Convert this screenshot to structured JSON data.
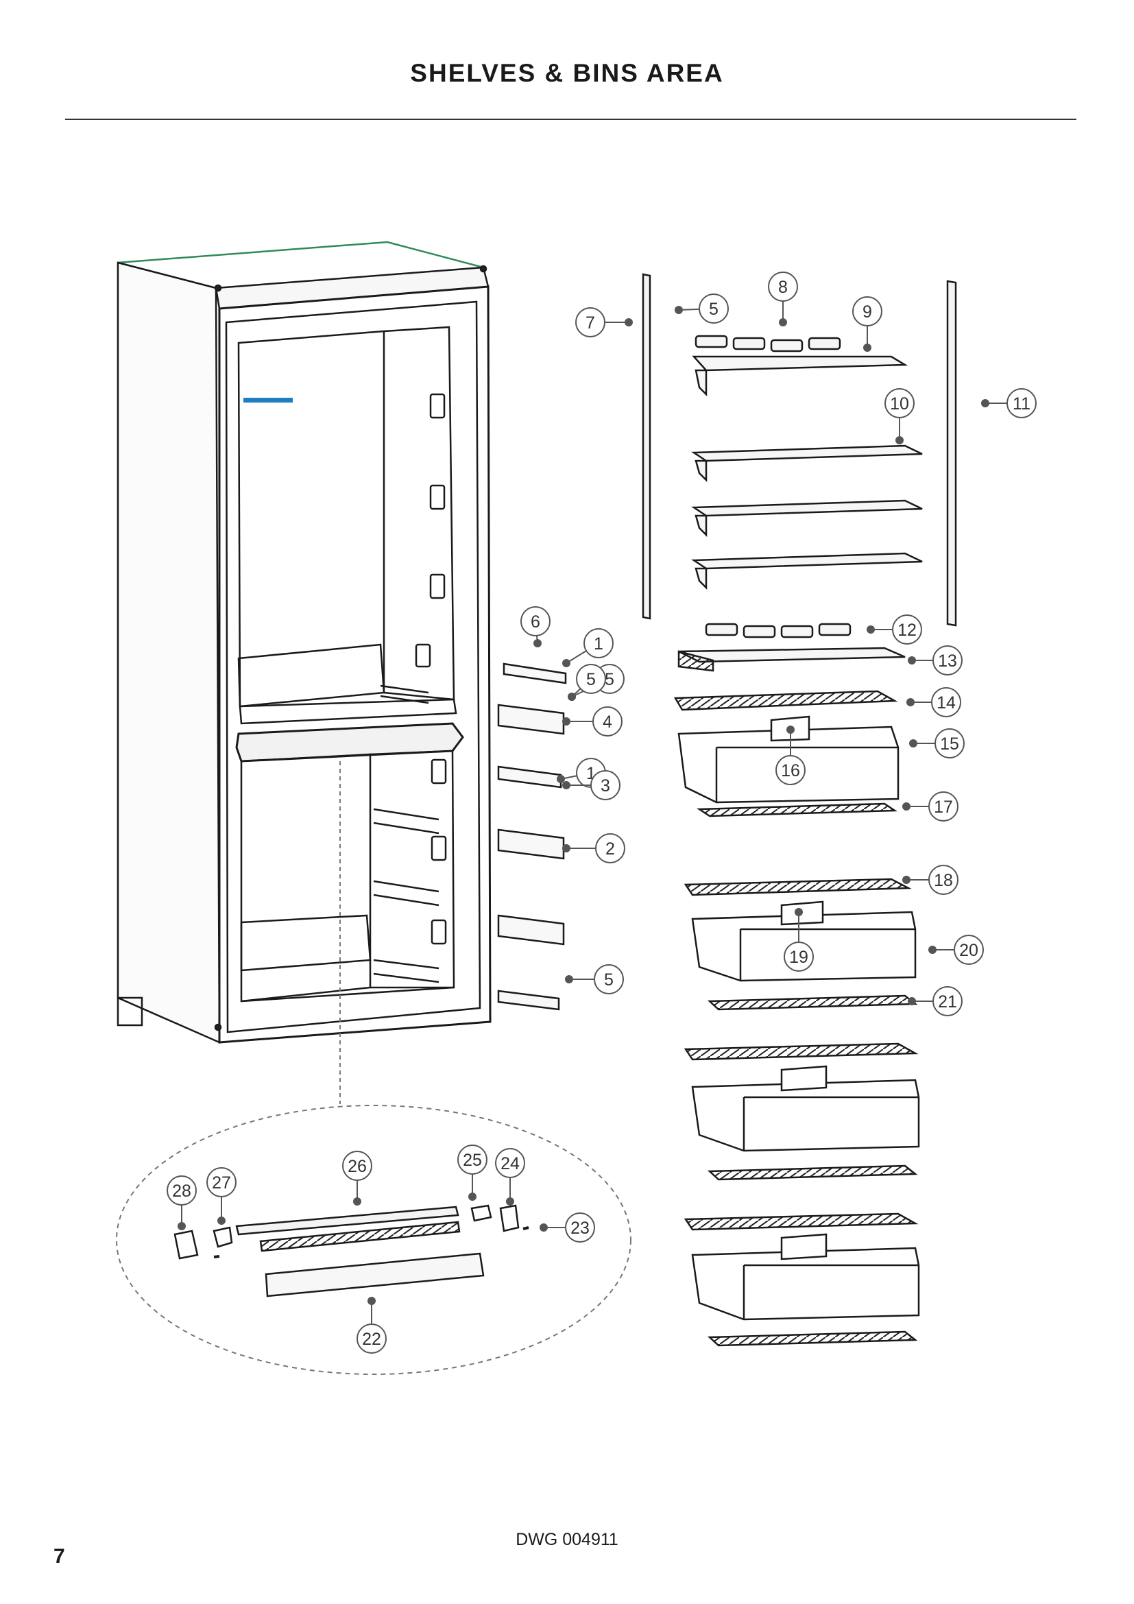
{
  "header": {
    "title": "SHELVES & BINS AREA"
  },
  "footer": {
    "drawing_number": "DWG 004911",
    "page_number": "7"
  },
  "colors": {
    "line": "#1a1a1a",
    "callout": "#555555",
    "frame_accent": "#2e8b57"
  },
  "callouts": [
    "1",
    "1",
    "2",
    "3",
    "4",
    "5",
    "5",
    "5",
    "5",
    "6",
    "7",
    "8",
    "9",
    "10",
    "11",
    "12",
    "13",
    "14",
    "15",
    "16",
    "17",
    "18",
    "19",
    "20",
    "21",
    "22",
    "23",
    "24",
    "25",
    "26",
    "27",
    "28"
  ]
}
